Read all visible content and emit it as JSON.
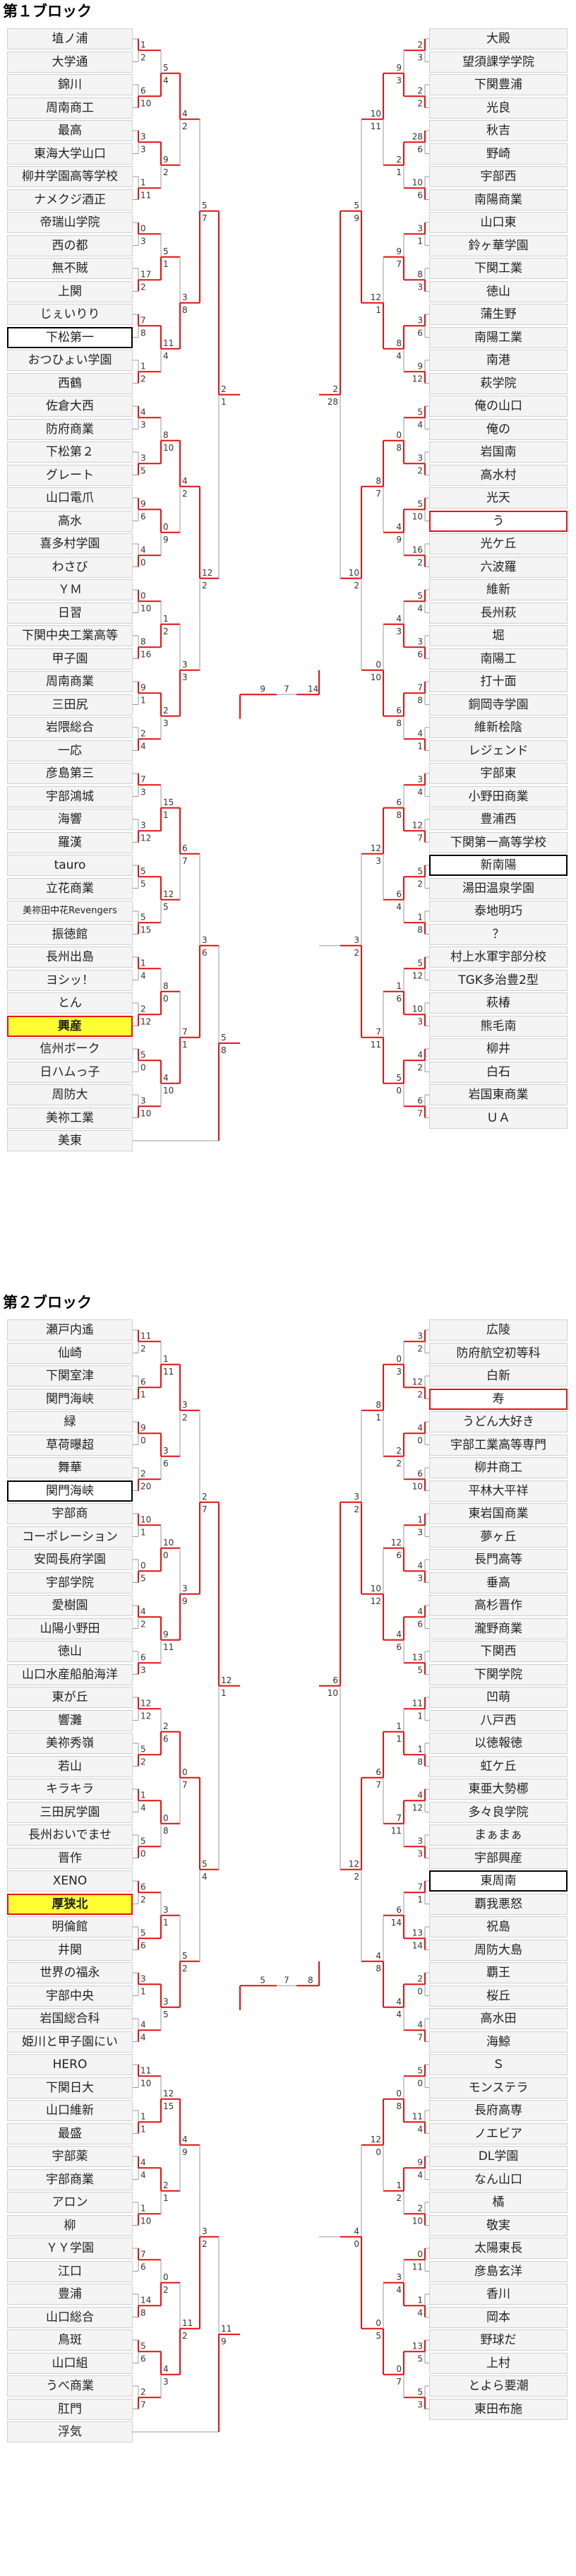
{
  "blocks": [
    {
      "title": "第１ブロック",
      "left_teams": [
        "埴ノ浦",
        "大学通",
        "錦川",
        "周南商工",
        "最高",
        "東海大学山口",
        "柳井学園高等学校",
        "ナメクジ酒正",
        "帝瑞山学院",
        "西の都",
        "無不賊",
        "上関",
        "じぇいりり",
        "下松第一",
        "おつひょい学園",
        "西鶴",
        "佐倉大西",
        "防府商業",
        "下松第２",
        "グレート",
        "山口電爪",
        "高水",
        "喜多村学園",
        "わさび",
        "ＹＭ",
        "日習",
        "下関中央工業高等",
        "甲子園",
        "周南商業",
        "三田尻",
        "岩隈総合",
        "一応",
        "彦島第三",
        "宇部鴻城",
        "海響",
        "羅漢",
        "tauro",
        "立花商業",
        "美祢田中花Revengers",
        "振徳館",
        "長州出島",
        "ヨシッ！",
        "とん",
        "興産",
        "信州ボーク",
        "日ハムっ子",
        "周防大",
        "美祢工業",
        "美東"
      ],
      "right_teams": [
        "大殿",
        "望須課学学院",
        "下関豊浦",
        "光良",
        "秋吉",
        "野崎",
        "宇部西",
        "南陽商業",
        "山口東",
        "鈴ヶ華学園",
        "下関工業",
        "徳山",
        "蒲生野",
        "南陽工業",
        "南港",
        "萩学院",
        "俺の山口",
        "俺の",
        "岩国南",
        "高水村",
        "光天",
        "う",
        "光ケ丘",
        "六波羅",
        "維新",
        "長州萩",
        "堀",
        "南陽工",
        "打十面",
        "銅岡寺学園",
        "維新桧陰",
        "レジェンド",
        "宇部東",
        "小野田商業",
        "豊浦西",
        "下関第一高等学校",
        "新南陽",
        "湯田温泉学園",
        "泰地明巧",
        "？",
        "村上水軍宇部分校",
        "TGK多治豊2型",
        "萩椿",
        "熊毛南",
        "柳井",
        "白石",
        "岩国東商業",
        "ＵＡ"
      ],
      "left_scores": [
        "1",
        "2",
        "6",
        "10",
        "3",
        "3",
        "1",
        "11",
        "0",
        "3",
        "17",
        "2",
        "7",
        "8",
        "1",
        "2",
        "4",
        "3",
        "3",
        "5",
        "9",
        "6",
        "4",
        "0",
        "0",
        "10",
        "8",
        "16",
        "9",
        "1",
        "2",
        "4",
        "7",
        "3",
        "3",
        "12",
        "5",
        "5",
        "5",
        "15",
        "1",
        "4",
        "2",
        "12",
        "5",
        "0",
        "3",
        "10",
        "5",
        "4",
        "9",
        "2",
        "5",
        "1",
        "11",
        "4",
        "8",
        "10",
        "0",
        "9",
        "1",
        "2",
        "2",
        "3",
        "15",
        "1",
        "12",
        "5",
        "8",
        "0",
        "4",
        "10",
        "4",
        "2",
        "3",
        "8",
        "4",
        "2",
        "3",
        "3",
        "6",
        "7",
        "7",
        "1",
        "5",
        "7",
        "12",
        "2",
        "3",
        "6",
        "2",
        "1",
        "5",
        "8",
        "2",
        "3",
        "1",
        "12",
        "6",
        "8",
        "0",
        "5",
        "12",
        "7",
        "3",
        "0",
        "10",
        "7",
        "0",
        "14"
      ],
      "right_scores": [
        "2",
        "3",
        "2",
        "2",
        "28",
        "6",
        "10",
        "6",
        "3",
        "1",
        "8",
        "3",
        "3",
        "6",
        "9",
        "12",
        "5",
        "4",
        "3",
        "2",
        "5",
        "10",
        "16",
        "2",
        "5",
        "4",
        "3",
        "6",
        "7",
        "8",
        "4",
        "1",
        "3",
        "4",
        "12",
        "7",
        "5",
        "2",
        "1",
        "8",
        "5",
        "12",
        "10",
        "3",
        "4",
        "2",
        "6",
        "7",
        "9",
        "3",
        "2",
        "1",
        "9",
        "7",
        "8",
        "4",
        "0",
        "8",
        "4",
        "9",
        "4",
        "3",
        "6",
        "8",
        "6",
        "8",
        "6",
        "4",
        "1",
        "6",
        "5",
        "0",
        "10",
        "11",
        "12",
        "1",
        "8",
        "7",
        "0",
        "10",
        "12",
        "3",
        "7",
        "11",
        "5",
        "9",
        "10"
      ],
      "final_scores": [
        "9",
        "7",
        "14"
      ]
    },
    {
      "title": "第２ブロック",
      "left_teams": [
        "瀬戸内遙",
        "仙崎",
        "下関室津",
        "関門海峡",
        "緑",
        "草荷曝超",
        "舞華",
        "関門海峡",
        "宇部商",
        "コーポレーション",
        "安岡長府学園",
        "宇部学院",
        "愛樹園",
        "山陽小野田",
        "徳山",
        "山口水産船舶海洋",
        "東が丘",
        "響灘",
        "美祢秀嶺",
        "若山",
        "キラキラ",
        "三田尻学園",
        "長州おいでませ",
        "晋作",
        "XENO",
        "厚狭北",
        "明倫館",
        "井関",
        "世界の福永",
        "宇部中央",
        "岩国総合科",
        "姫川と甲子園にい",
        "HERO",
        "下関日大",
        "山口維新",
        "最盛",
        "宇部薬",
        "宇部商業",
        "アロン",
        "柳",
        "ＹＹ学園",
        "江口",
        "豊浦",
        "山口総合",
        "鳥斑",
        "山口組",
        "うべ商業",
        "肛門",
        "浮気"
      ],
      "right_teams": [
        "広陵",
        "防府航空初等科",
        "白新",
        "寿",
        "うどん大好き",
        "宇部工業高等専門",
        "柳井商工",
        "平林大平祥",
        "東岩国商業",
        "夢ヶ丘",
        "長門高等",
        "垂高",
        "高杉晋作",
        "瀧野商業",
        "下関西",
        "下関学院",
        "凹萌",
        "八戸西",
        "以徳報徳",
        "虹ケ丘",
        "東亜大勢梛",
        "多々良学院",
        "まぁまぁ",
        "宇部興産",
        "東周南",
        "覇我悪怒",
        "祝島",
        "周防大島",
        "覇王",
        "桜丘",
        "高水田",
        "海鯨",
        "Ｓ",
        "モンステラ",
        "長府高専",
        "ノエビア",
        "DL学園",
        "なん山口",
        "橘",
        "敬実",
        "太陽東長",
        "彦島玄洋",
        "香川",
        "岡本",
        "野球だ",
        "上村",
        "とよら要潮",
        "東田布施"
      ],
      "left_scores": [
        "11",
        "2",
        "6",
        "1",
        "9",
        "0",
        "2",
        "20",
        "10",
        "1",
        "0",
        "5",
        "4",
        "2",
        "6",
        "3",
        "12",
        "12",
        "5",
        "2",
        "1",
        "4",
        "5",
        "0",
        "6",
        "2",
        "5",
        "6",
        "3",
        "1",
        "4",
        "4",
        "11",
        "10",
        "1",
        "1",
        "4",
        "4",
        "1",
        "10",
        "7",
        "6",
        "14",
        "8",
        "5",
        "6",
        "2",
        "7",
        "1",
        "11",
        "3",
        "6",
        "10",
        "0",
        "9",
        "11",
        "2",
        "6",
        "0",
        "8",
        "3",
        "1",
        "3",
        "5",
        "12",
        "15",
        "2",
        "1",
        "0",
        "2",
        "4",
        "3",
        "3",
        "2",
        "3",
        "9",
        "0",
        "7",
        "5",
        "2",
        "4",
        "9",
        "11",
        "2",
        "2",
        "7",
        "5",
        "4",
        "3",
        "2",
        "12",
        "1",
        "11",
        "9",
        "3",
        "3",
        "4",
        "2",
        "8",
        "1",
        "5",
        "5",
        "6",
        "7",
        "8",
        "6",
        "12"
      ],
      "right_scores": [
        "3",
        "2",
        "12",
        "2",
        "4",
        "0",
        "6",
        "10",
        "1",
        "3",
        "4",
        "3",
        "4",
        "6",
        "13",
        "5",
        "11",
        "1",
        "1",
        "8",
        "4",
        "12",
        "3",
        "3",
        "7",
        "1",
        "13",
        "14",
        "2",
        "0",
        "4",
        "7",
        "5",
        "0",
        "11",
        "4",
        "9",
        "4",
        "2",
        "10",
        "0",
        "11",
        "1",
        "4",
        "13",
        "5",
        "5",
        "3",
        "0",
        "3",
        "2",
        "2",
        "12",
        "6",
        "4",
        "6",
        "1",
        "1",
        "7",
        "11",
        "6",
        "14",
        "4",
        "4",
        "0",
        "8",
        "1",
        "2",
        "3",
        "4",
        "0",
        "7",
        "8",
        "1",
        "10",
        "12",
        "6",
        "7",
        "4",
        "8",
        "12",
        "0",
        "0",
        "5"
      ],
      "final_scores": [
        "5",
        "7",
        "8"
      ]
    }
  ],
  "colors": {
    "win_line": "#e11111",
    "line": "#999999",
    "highlight": "#ffff33"
  }
}
